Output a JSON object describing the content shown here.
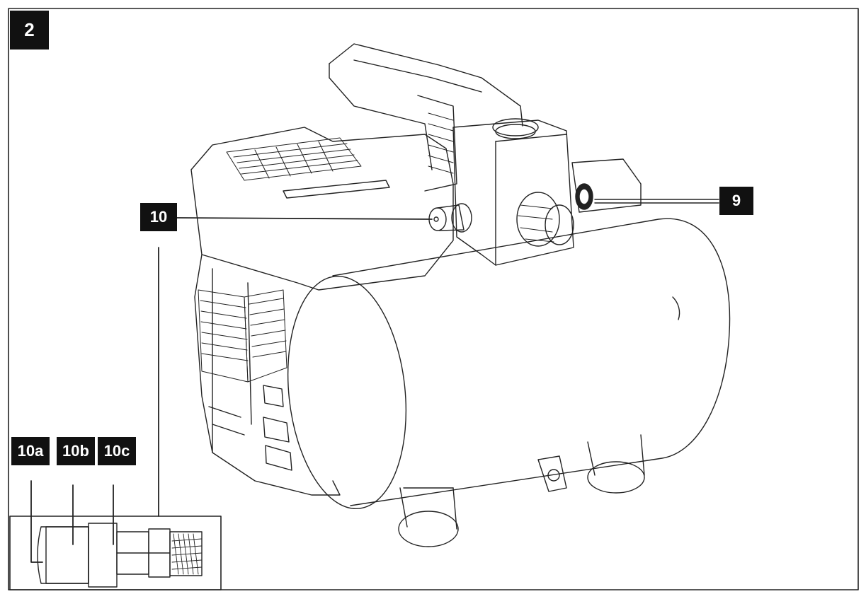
{
  "figure_number": "2",
  "callouts": {
    "part_9": "9",
    "part_10": "10",
    "part_10a": "10a",
    "part_10b": "10b",
    "part_10c": "10c"
  }
}
